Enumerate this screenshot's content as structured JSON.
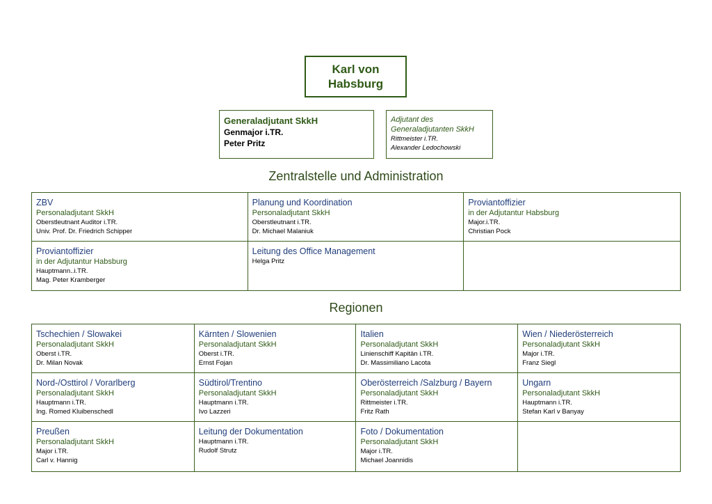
{
  "head": {
    "name": "Karl von Habsburg"
  },
  "generaladjutant": {
    "role": "Generaladjutant SkkH",
    "rank": "Genmajor i.TR.",
    "person": "Peter Pritz"
  },
  "adjutant": {
    "role_line1": "Adjutant des",
    "role_line2": "Generaladjutanten SkkH",
    "rank": "Rittmeister i.TR.",
    "person": "Alexander Ledochowski"
  },
  "zentral": {
    "heading": "Zentralstelle und Administration",
    "rows": [
      [
        {
          "title": "ZBV",
          "role": "Personaladjutant SkkH",
          "rank": "Oberstleutnant Auditor i.TR.",
          "person": "Univ. Prof. Dr. Friedrich Schipper"
        },
        {
          "title": "Planung und Koordination",
          "role": "Personaladjutant SkkH",
          "rank": "Oberstleutnant i.TR.",
          "person": "Dr. Michael Malaniuk"
        },
        {
          "title": "Proviantoffizier",
          "role": "in der Adjutantur Habsburg",
          "rank": "Major.i.TR.",
          "person": "Christian Pock"
        }
      ],
      [
        {
          "title": "Proviantoffizier",
          "role": "in der Adjutantur Habsburg",
          "rank": "Hauptmann..i.TR.",
          "person": "Mag. Peter Kramberger"
        },
        {
          "title": "Leitung des Office Management",
          "role": "",
          "rank": "Helga Pritz",
          "person": ""
        },
        {
          "title": "",
          "role": "",
          "rank": "",
          "person": ""
        }
      ]
    ]
  },
  "regionen": {
    "heading": "Regionen",
    "rows": [
      [
        {
          "title": "Tschechien / Slowakei",
          "role": "Personaladjutant SkkH",
          "rank": "Oberst i.TR.",
          "person": "Dr. Milan Novak"
        },
        {
          "title": "Kärnten / Slowenien",
          "role": "Personaladjutant SkkH",
          "rank": "Oberst i.TR.",
          "person": "Ernst Fojan"
        },
        {
          "title": "Italien",
          "role": "Personaladjutant SkkH",
          "rank": "Linienschiff Kapitän i.TR.",
          "person": "Dr. Massimiliano Lacota"
        },
        {
          "title": "Wien / Niederösterreich",
          "role": "Personaladjutant SkkH",
          "rank": "Major i.TR.",
          "person": "Franz Siegl"
        }
      ],
      [
        {
          "title": "Nord-/Osttirol / Vorarlberg",
          "role": "Personaladjutant SkkH",
          "rank": "Hauptmann i.TR.",
          "person": "Ing. Romed Kluibenschedl"
        },
        {
          "title": "Südtirol/Trentino",
          "role": "Personaladjutant SkkH",
          "rank": "Hauptmann i.TR.",
          "person": "Ivo Lazzeri"
        },
        {
          "title": "Oberösterreich /Salzburg / Bayern",
          "role": "Personaladjutant SkkH",
          "rank": "Rittmeister i.TR.",
          "person": "Fritz Rath"
        },
        {
          "title": "Ungarn",
          "role": "Personaladjutant SkkH",
          "rank": "Hauptmann i.TR.",
          "person": "Stefan Karl v Banyay"
        }
      ],
      [
        {
          "title": "Preußen",
          "role": "Personaladjutant SkkH",
          "rank": "Major i.TR.",
          "person": "Carl v. Hannig"
        },
        {
          "title": "Leitung der Dokumentation",
          "role": "",
          "rank": "Hauptmann i.TR.",
          "person": "Rudolf Strutz"
        },
        {
          "title": "Foto / Dokumentation",
          "role": "Personaladjutant SkkH",
          "rank": "Major i.TR.",
          "person": "Michael Joannidis"
        },
        {
          "title": "",
          "role": "",
          "rank": "",
          "person": ""
        }
      ]
    ]
  },
  "colors": {
    "border": "#3a5e1e",
    "role_green": "#2f5a17",
    "title_blue": "#1f3d7a"
  }
}
